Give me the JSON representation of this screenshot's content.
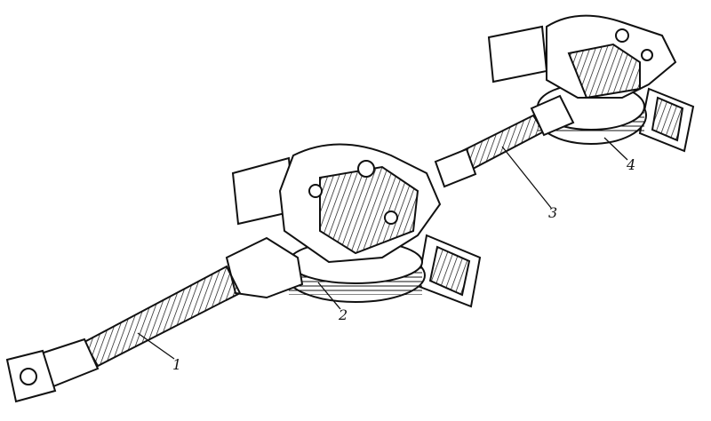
{
  "callouts": [
    {
      "id": "1",
      "text": "1"
    },
    {
      "id": "2",
      "text": "2"
    },
    {
      "id": "3",
      "text": "3"
    },
    {
      "id": "4",
      "text": "4"
    }
  ],
  "colors": {
    "ink": "#111111",
    "paper": "#ffffff"
  }
}
